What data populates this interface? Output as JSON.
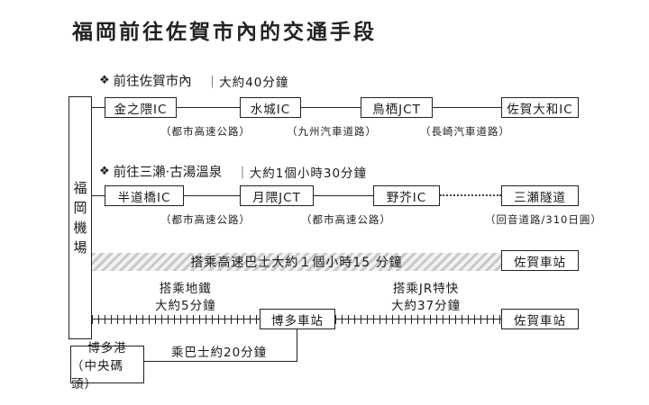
{
  "title": "福岡前往佐賀市內的交通手段",
  "origin": {
    "chars": [
      "福",
      "岡",
      "機",
      "場"
    ]
  },
  "route1": {
    "marker": "❖",
    "name": "前往佐賀市內",
    "duration": "｜大約40分鐘",
    "stops": [
      "金之隈IC",
      "水城IC",
      "鳥栖JCT",
      "佐賀大和IC"
    ],
    "roads": [
      "（都市高速公路）",
      "（九州汽車道路）",
      "（長崎汽車道路）"
    ]
  },
  "route2": {
    "marker": "❖",
    "name": "前往三瀨‧古湯溫泉",
    "duration": "｜大約1個小時30分鐘",
    "stops": [
      "半道橋IC",
      "月隈JCT",
      "野芥IC",
      "三瀬隧道"
    ],
    "roads": [
      "（都市高速公路）",
      "（都市高速公路）",
      "（回音道路/310日圓）"
    ]
  },
  "bus": {
    "label": "搭乘高速巴士大約１個小時15 分鐘",
    "destination": "佐賀車站"
  },
  "rail": {
    "subway_caption": [
      "搭乘地鐵",
      "大約5分鐘"
    ],
    "hub": "博多車站",
    "jr_caption": [
      "搭乘JR特快",
      "大約37分鐘"
    ],
    "destination": "佐賀車站"
  },
  "port": {
    "name_line1": "博多港",
    "name_line2": "（中央碼頭）",
    "bus_caption": "乘巴士約20分鐘"
  }
}
